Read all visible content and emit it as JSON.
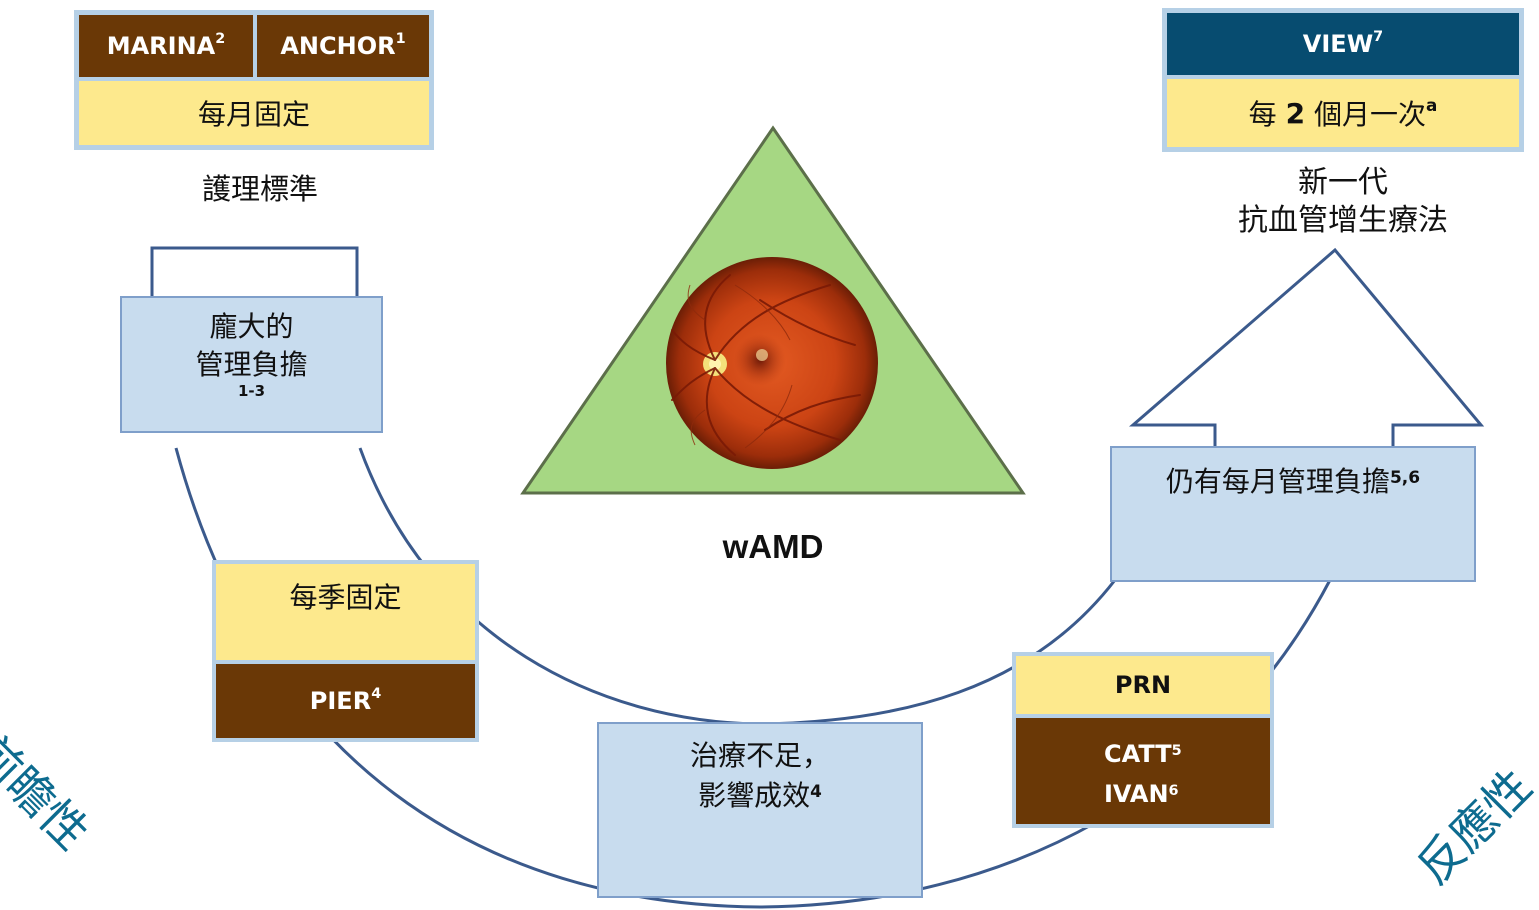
{
  "colors": {
    "dark_brown": "#6a3806",
    "pale_yellow": "#fde98d",
    "light_blue": "#c8dcee",
    "navy": "#074c70",
    "triangle_green": "#a6d783",
    "arc_blue": "#3b5a8c",
    "side_text": "#0d6b8f"
  },
  "top_left": {
    "trial_1": "MARINA",
    "trial_1_ref": "2",
    "trial_2": "ANCHOR",
    "trial_2_ref": "1",
    "regimen": "每月固定",
    "caption": "護理標準"
  },
  "burden": {
    "line1": "龐大的",
    "line2": "管理負擔",
    "ref": "1-3"
  },
  "quarterly": {
    "regimen": "每季固定",
    "trial": "PIER",
    "trial_ref": "4"
  },
  "undertreatment": {
    "line1": "治療不足，",
    "line2": "影響成效",
    "ref": "4"
  },
  "center": {
    "fundus_image": "retina-fundus-image",
    "label": "wAMD"
  },
  "prn": {
    "regimen": "PRN",
    "trial_1": "CATT",
    "trial_1_ref": "5",
    "trial_2": "IVAN",
    "trial_2_ref": "6"
  },
  "monthly_burden": {
    "text": "仍有每月管理負擔",
    "ref": "5,6"
  },
  "top_right": {
    "trial": "VIEW",
    "trial_ref": "7",
    "regimen_prefix": "每",
    "regimen_number": "2",
    "regimen_suffix": "個月一次",
    "regimen_ref": "a",
    "caption_line1": "新一代",
    "caption_line2": "抗血管增生療法"
  },
  "side_labels": {
    "left": "前瞻性",
    "right": "反應性"
  }
}
